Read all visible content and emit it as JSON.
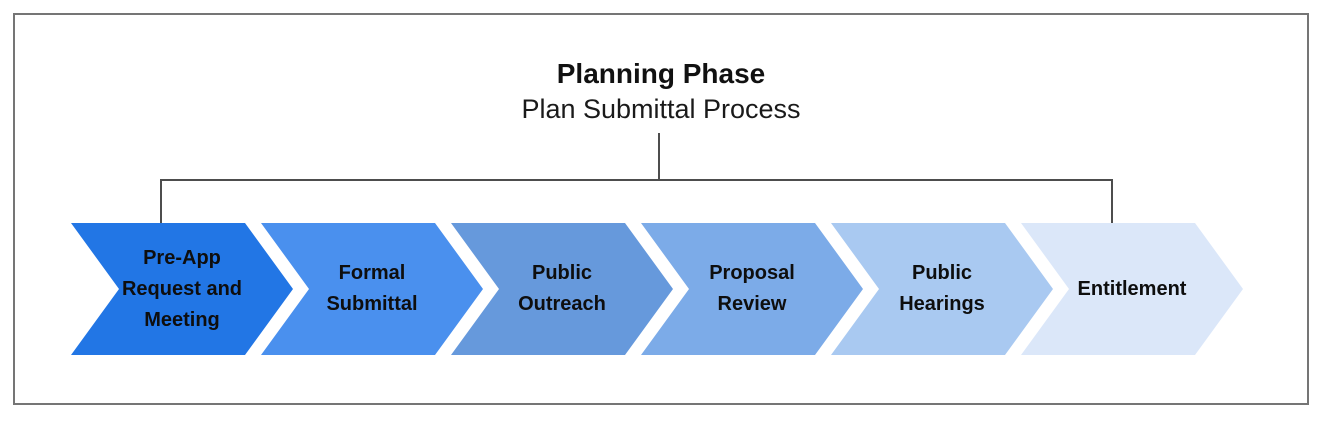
{
  "header": {
    "title": "Planning Phase",
    "subtitle": "Plan Submittal Process"
  },
  "process": {
    "steps": [
      {
        "label": "Pre-App Request and Meeting",
        "color": "#2276E5"
      },
      {
        "label": "Formal Submittal",
        "color": "#4A90EE"
      },
      {
        "label": "Public Outreach",
        "color": "#6699DC"
      },
      {
        "label": "Proposal Review",
        "color": "#7CABE8"
      },
      {
        "label": "Public Hearings",
        "color": "#A9C9F1"
      },
      {
        "label": "Entitlement",
        "color": "#DBE7F9"
      }
    ]
  },
  "colors": {
    "border": "#757575",
    "connector": "#4D4D4D",
    "step_text": "#0E0E0E",
    "background": "#FFFFFF"
  }
}
